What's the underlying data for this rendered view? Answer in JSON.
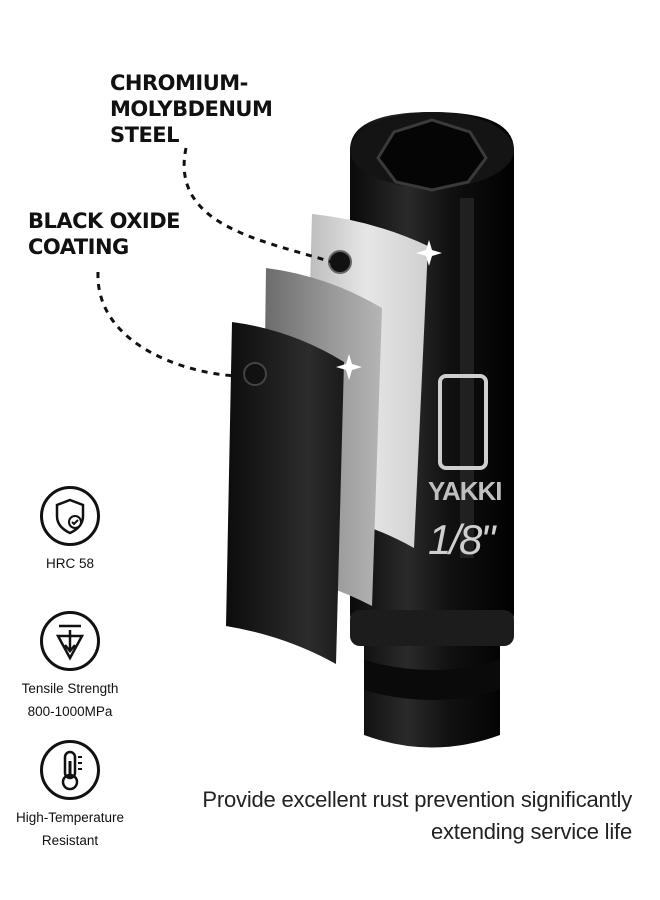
{
  "callouts": {
    "steel": "CHROMIUM-\nMOLYBDENUM\nSTEEL",
    "coating": "BLACK OXIDE\nCOATING"
  },
  "features": [
    {
      "label": "HRC 58",
      "icon": "shield-check-icon"
    },
    {
      "label": "Tensile Strength\n800-1000MPa",
      "icon": "force-arrow-icon"
    },
    {
      "label": "High-Temperature\nResistant",
      "icon": "thermometer-icon"
    }
  ],
  "tagline": "Provide excellent rust prevention significantly\nextending service life",
  "product": {
    "brand_mark": "YAKKI",
    "size_mark": "1/8\""
  }
}
